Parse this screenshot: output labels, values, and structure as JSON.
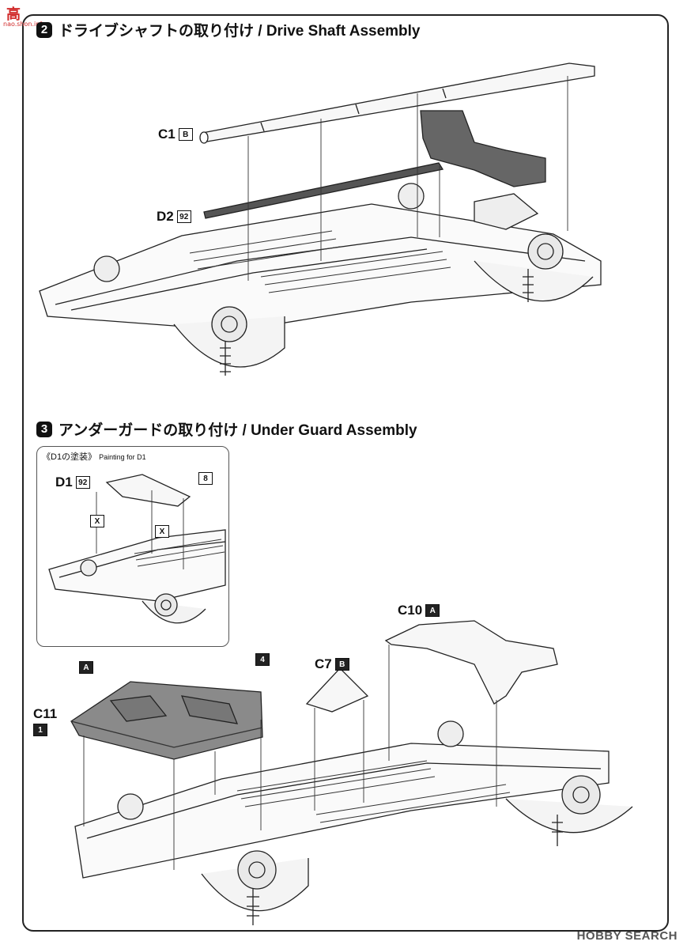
{
  "logo": {
    "text": "高",
    "sub": "nao.shon.info"
  },
  "step2": {
    "number": "2",
    "title": "ドライブシャフトの取り付け / Drive Shaft Assembly"
  },
  "step3": {
    "number": "3",
    "title": "アンダーガードの取り付け / Under Guard Assembly"
  },
  "parts": {
    "c1": {
      "label": "C1",
      "tag": "B"
    },
    "d2": {
      "label": "D2",
      "tag": "92"
    },
    "d1": {
      "label": "D1",
      "tag": "92"
    },
    "d1_tag2": "8",
    "c10": {
      "label": "C10",
      "tag": "A"
    },
    "c7": {
      "label": "C7",
      "tag": "B"
    },
    "c11": {
      "label": "C11",
      "tag": "1"
    },
    "guard_tag_a": "A",
    "guard_tag_4": "4"
  },
  "painting": {
    "title_ja": "《D1の塗装》",
    "title_en": "Painting for D1",
    "glue_mark": "X"
  },
  "watermark": "HOBBY SEARCH"
}
